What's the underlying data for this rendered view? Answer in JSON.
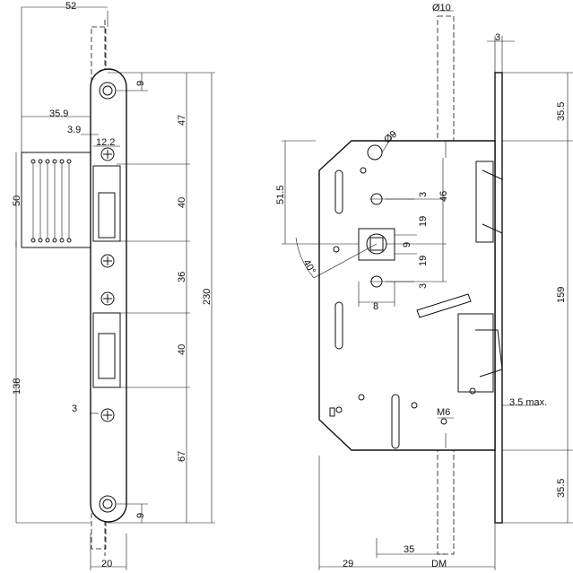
{
  "drawing": {
    "left_view": {
      "top_width": "52",
      "bottom_width": "20",
      "offset_35_9": "35.9",
      "offset_3_9": "3.9",
      "offset_12_2": "12.2",
      "latch_height": "50",
      "bottom_offset": "138",
      "hole_top_9": "9",
      "hole_bottom_9": "9",
      "hole_side_3": "3",
      "seg_47": "47",
      "seg_40a": "40",
      "seg_36": "36",
      "seg_40b": "40",
      "seg_67": "67",
      "total_230": "230"
    },
    "right_view": {
      "spindle_dia": "Ø10",
      "faceplate_thickness": "3",
      "top_35_5": "35.5",
      "bottom_35_5": "35.5",
      "height_159": "159",
      "hole_dia": "Ø9",
      "dim_51_5": "51.5",
      "dim_46": "46",
      "dim_3_top": "3",
      "dim_19_top": "19",
      "dim_9": "9",
      "dim_19_bottom": "19",
      "dim_3_bottom": "3",
      "dim_8": "8",
      "angle_40": "40°",
      "max_3_5": "3.5 max.",
      "thread_m6": "M6",
      "backset_35": "35",
      "dim_29": "29",
      "dim_dm": "DM"
    }
  }
}
